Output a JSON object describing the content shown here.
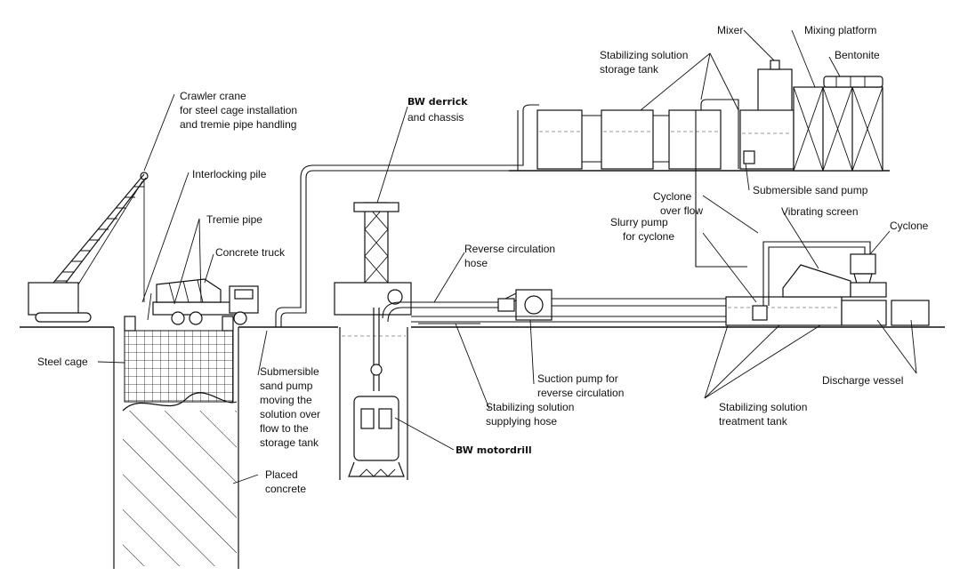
{
  "labels": {
    "crawler_crane": [
      "Crawler crane",
      "for steel cage installation",
      "and tremie pipe handling"
    ],
    "interlocking_pile": "Interlocking pile",
    "tremie_pipe": "Tremie pipe",
    "concrete_truck": "Concrete truck",
    "steel_cage": "Steel cage",
    "submersible_pump_overflow": [
      "Submersible",
      "sand pump",
      "moving the",
      "solution over",
      "flow to the",
      "storage tank"
    ],
    "placed_concrete": [
      "Placed",
      "concrete"
    ],
    "bw_derrick": [
      "BW derrick",
      "and chassis"
    ],
    "bw_motordrill": "BW motordrill",
    "reverse_circulation_hose": [
      "Reverse circulation",
      "hose"
    ],
    "suction_pump": [
      "Suction pump for",
      "reverse circulation"
    ],
    "supplying_hose": [
      "Stabilizing solution",
      "supplying hose"
    ],
    "storage_tank": [
      "Stabilizing solution",
      "storage tank"
    ],
    "mixer": "Mixer",
    "mixing_platform": "Mixing platform",
    "bentonite": "Bentonite",
    "submersible_sand_pump": "Submersible sand pump",
    "cyclone_overflow": [
      "Cyclone",
      "over flow"
    ],
    "slurry_pump": [
      "Slurry pump",
      "for cyclone"
    ],
    "vibrating_screen": "Vibrating screen",
    "cyclone": "Cyclone",
    "discharge_vessel": "Discharge vessel",
    "treatment_tank": [
      "Stabilizing solution",
      "treatment tank"
    ]
  }
}
